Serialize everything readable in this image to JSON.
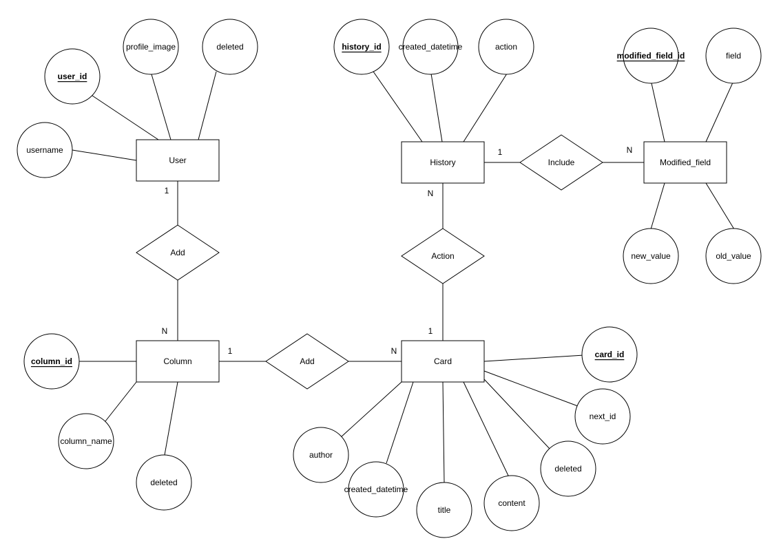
{
  "entities": {
    "user": "User",
    "history": "History",
    "modified_field": "Modified_field",
    "column": "Column",
    "card": "Card"
  },
  "relationships": {
    "user_column_add": "Add",
    "history_modified_include": "Include",
    "history_card_action": "Action",
    "column_card_add": "Add"
  },
  "cardinalities": {
    "user_add": "1",
    "column_add_user": "N",
    "column_add_card": "1",
    "card_add": "N",
    "history_include": "1",
    "modified_field_include": "N",
    "history_action": "N",
    "card_action": "1"
  },
  "attributes": {
    "user": {
      "user_id": "user_id",
      "profile_image": "profile_image",
      "deleted": "deleted",
      "username": "username"
    },
    "history": {
      "history_id": "history_id",
      "created_datetime": "created_datetime",
      "action": "action"
    },
    "modified_field": {
      "modified_field_id": "modified_field_id",
      "field": "field",
      "new_value": "new_value",
      "old_value": "old_value"
    },
    "column": {
      "column_id": "column_id",
      "column_name": "column_name",
      "deleted": "deleted"
    },
    "card": {
      "card_id": "card_id",
      "next_id": "next_id",
      "deleted": "deleted",
      "content": "content",
      "title": "title",
      "created_datetime": "created_datetime",
      "author": "author"
    }
  }
}
